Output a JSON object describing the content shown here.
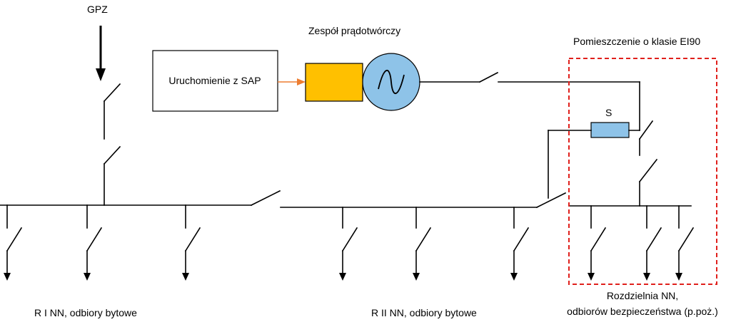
{
  "labels": {
    "gpz": "GPZ",
    "generator_set": "Zespół prądotwórczy",
    "start_box": "Uruchomienie z SAP",
    "room_class": "Pomieszczenie o klasie EI90",
    "switch_s": "S",
    "switchboard_line1": "Rozdzielnia NN,",
    "switchboard_line2": "odbiorów bezpieczeństwa (p.poż.)",
    "r1": "R I NN, odbiory bytowe",
    "r2": "R II NN, odbiory bytowe"
  },
  "colors": {
    "line": "#000000",
    "controller_fill": "#FFC000",
    "generator_fill": "#8EC3E8",
    "switch_s_fill": "#8EC3E8",
    "signal_arrow": "#ED7D31",
    "room_border": "#E0201C"
  },
  "icons": {
    "generator": "sine-wave-icon",
    "feeder_terminal": "arrow-down-icon"
  }
}
